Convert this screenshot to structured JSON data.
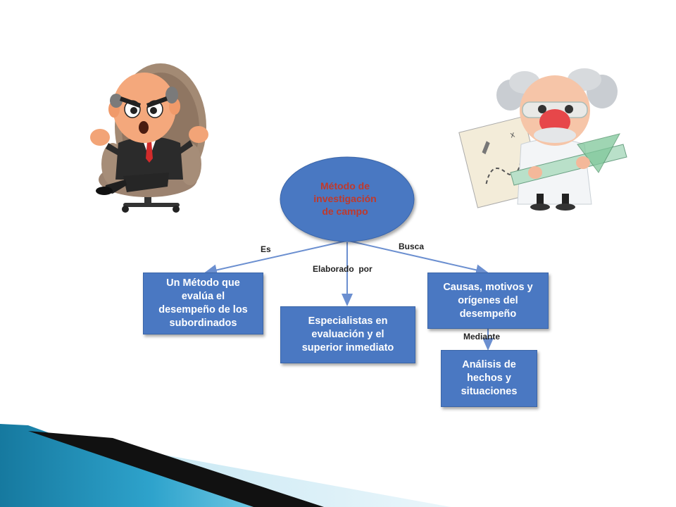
{
  "diagram": {
    "root": {
      "label": "Método de\ninvestigación\nde campo"
    },
    "edges": {
      "es": "Es",
      "busca": "Busca",
      "elaborado_por": "Elaborado  por",
      "mediante": "Mediante"
    },
    "nodes": {
      "metodo": "Un Método que\nevalúa el\ndesempeño de los\nsubordinados",
      "especialistas": "Especialistas en\nevaluación y el\nsuperior inmediato",
      "causas": "Causas, motivos y\norígenes del\ndesempeño",
      "analisis": "Análisis de\nhechos y\nsituaciones"
    }
  },
  "colors": {
    "ellipse_fill": "#4a78c2",
    "ellipse_text": "#c0392b",
    "box_fill": "#4a78c2",
    "box_text": "#ffffff",
    "connector": "#6b8fd0",
    "corner_teal": "#1f8fb8",
    "corner_black": "#111111"
  },
  "illustrations": {
    "left": "angry-businessman-in-chair-illustration",
    "right": "scientist-with-map-and-ruler-illustration"
  }
}
